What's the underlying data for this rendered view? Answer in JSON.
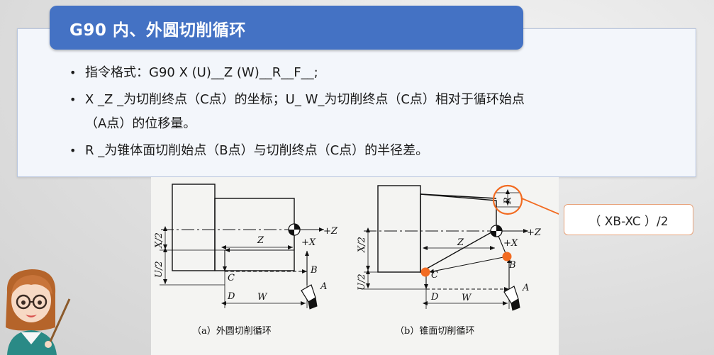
{
  "slide": {
    "title": "G90 内、外圆切削循环",
    "bullets": [
      {
        "text": "指令格式：G90 X (U)__Z (W)__R__F__;"
      },
      {
        "text": "X _Z _为切削终点（C点）的坐标；U_ W_为切削终点（C点）相对于循环始点",
        "continuation": "（A点）的位移量。"
      },
      {
        "text": "R _为锥体面切削始点（B点）与切削终点（C点）的半径差。"
      }
    ],
    "bullet_symbol": "•"
  },
  "figure": {
    "captions": [
      "（a）外圆切削循环",
      "（b）锥面切削循环"
    ],
    "labels": {
      "z_axis": "+Z",
      "x_axis": "+X",
      "z": "Z",
      "x2": "X/2",
      "u2": "U/2",
      "w": "W",
      "a": "A",
      "b": "B",
      "c": "C",
      "d": "D",
      "r": "R"
    }
  },
  "callout": {
    "text": "（ XB-XC ）/2"
  },
  "colors": {
    "title_bar": "#4472c4",
    "marker_orange": "#f26b21",
    "callout_border": "#e7a27a"
  }
}
